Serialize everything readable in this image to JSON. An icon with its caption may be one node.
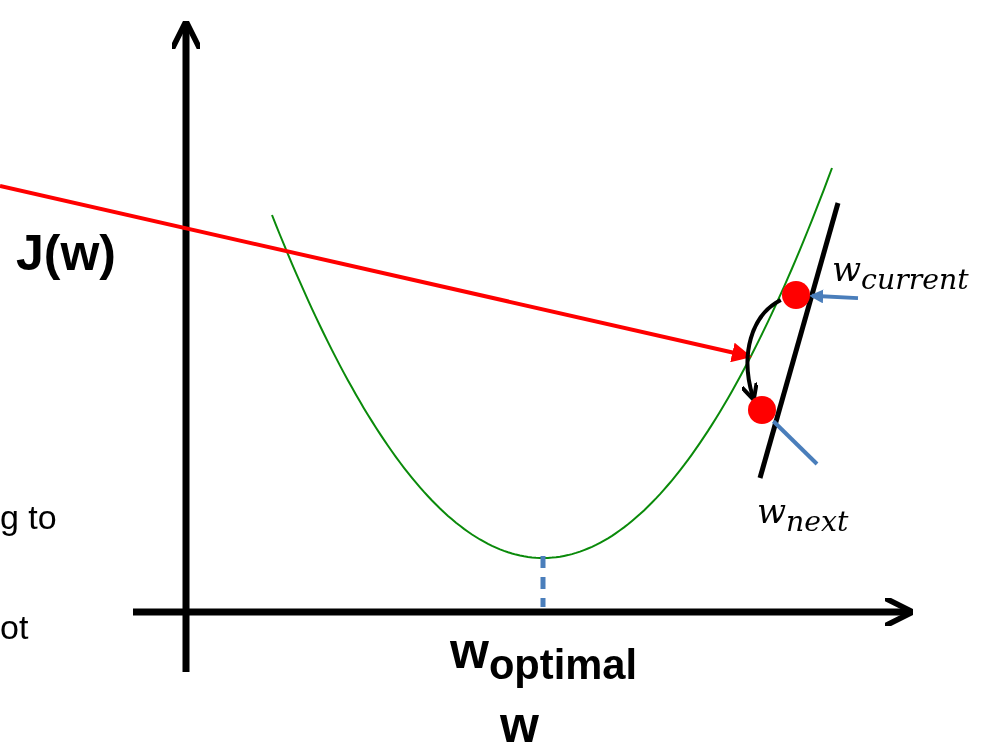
{
  "diagram": {
    "nodes": [
      {
        "text": [],
        "shape": "circle"
      },
      {
        "text": [],
        "shape": "circle"
      },
      {
        "text": [
          "w$_{current}$"
        ]
      },
      {
        "text": [
          "w$_{next}$"
        ]
      }
    ],
    "edges": [
      {
        "from": 0,
        "to": 1,
        "arrow": "to",
        "color": "#000000"
      },
      {
        "from": 2,
        "to": 0,
        "arrow": "to"
      },
      {
        "from": 3,
        "to": 1,
        "arrow": "none"
      }
    ],
    "labels": [
      "J(w)",
      "w$_{optimal}$",
      "w",
      "g to",
      "ot"
    ]
  }
}
